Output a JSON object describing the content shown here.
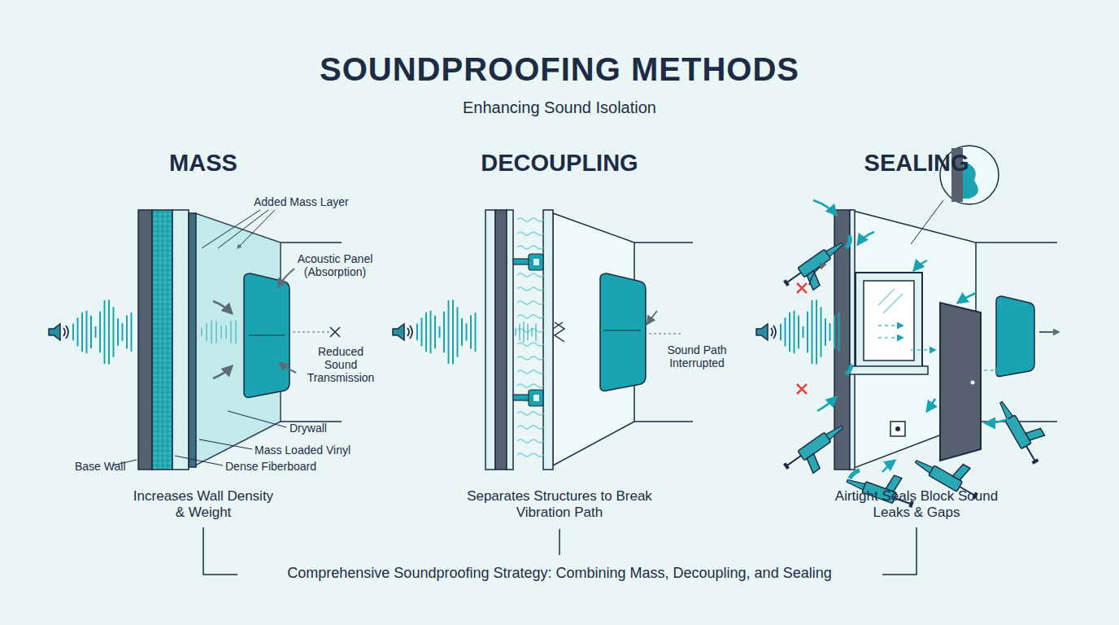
{
  "diagram": {
    "title": "SOUNDPROOFING METHODS",
    "labels": [
      "Enhancing Sound Isolation",
      "MASS",
      "DECOUPLING",
      "SEALING",
      "Added Mass Layer",
      "Acoustic Panel (Absorption)",
      "Reduced Sound Transmission",
      "Drywall",
      "Mass Loaded Vinyl",
      "Dense Fiberboard",
      "Base Wall",
      "Increases Wall Density & Weight",
      "Sound Path Interrupted",
      "Separates Structures to Break Vibration Path",
      "Airtight Seals Block Sound Leaks & Gaps",
      "Comprehensive Soundproofing Strategy: Combining Mass, Decoupling, and Sealing"
    ]
  }
}
